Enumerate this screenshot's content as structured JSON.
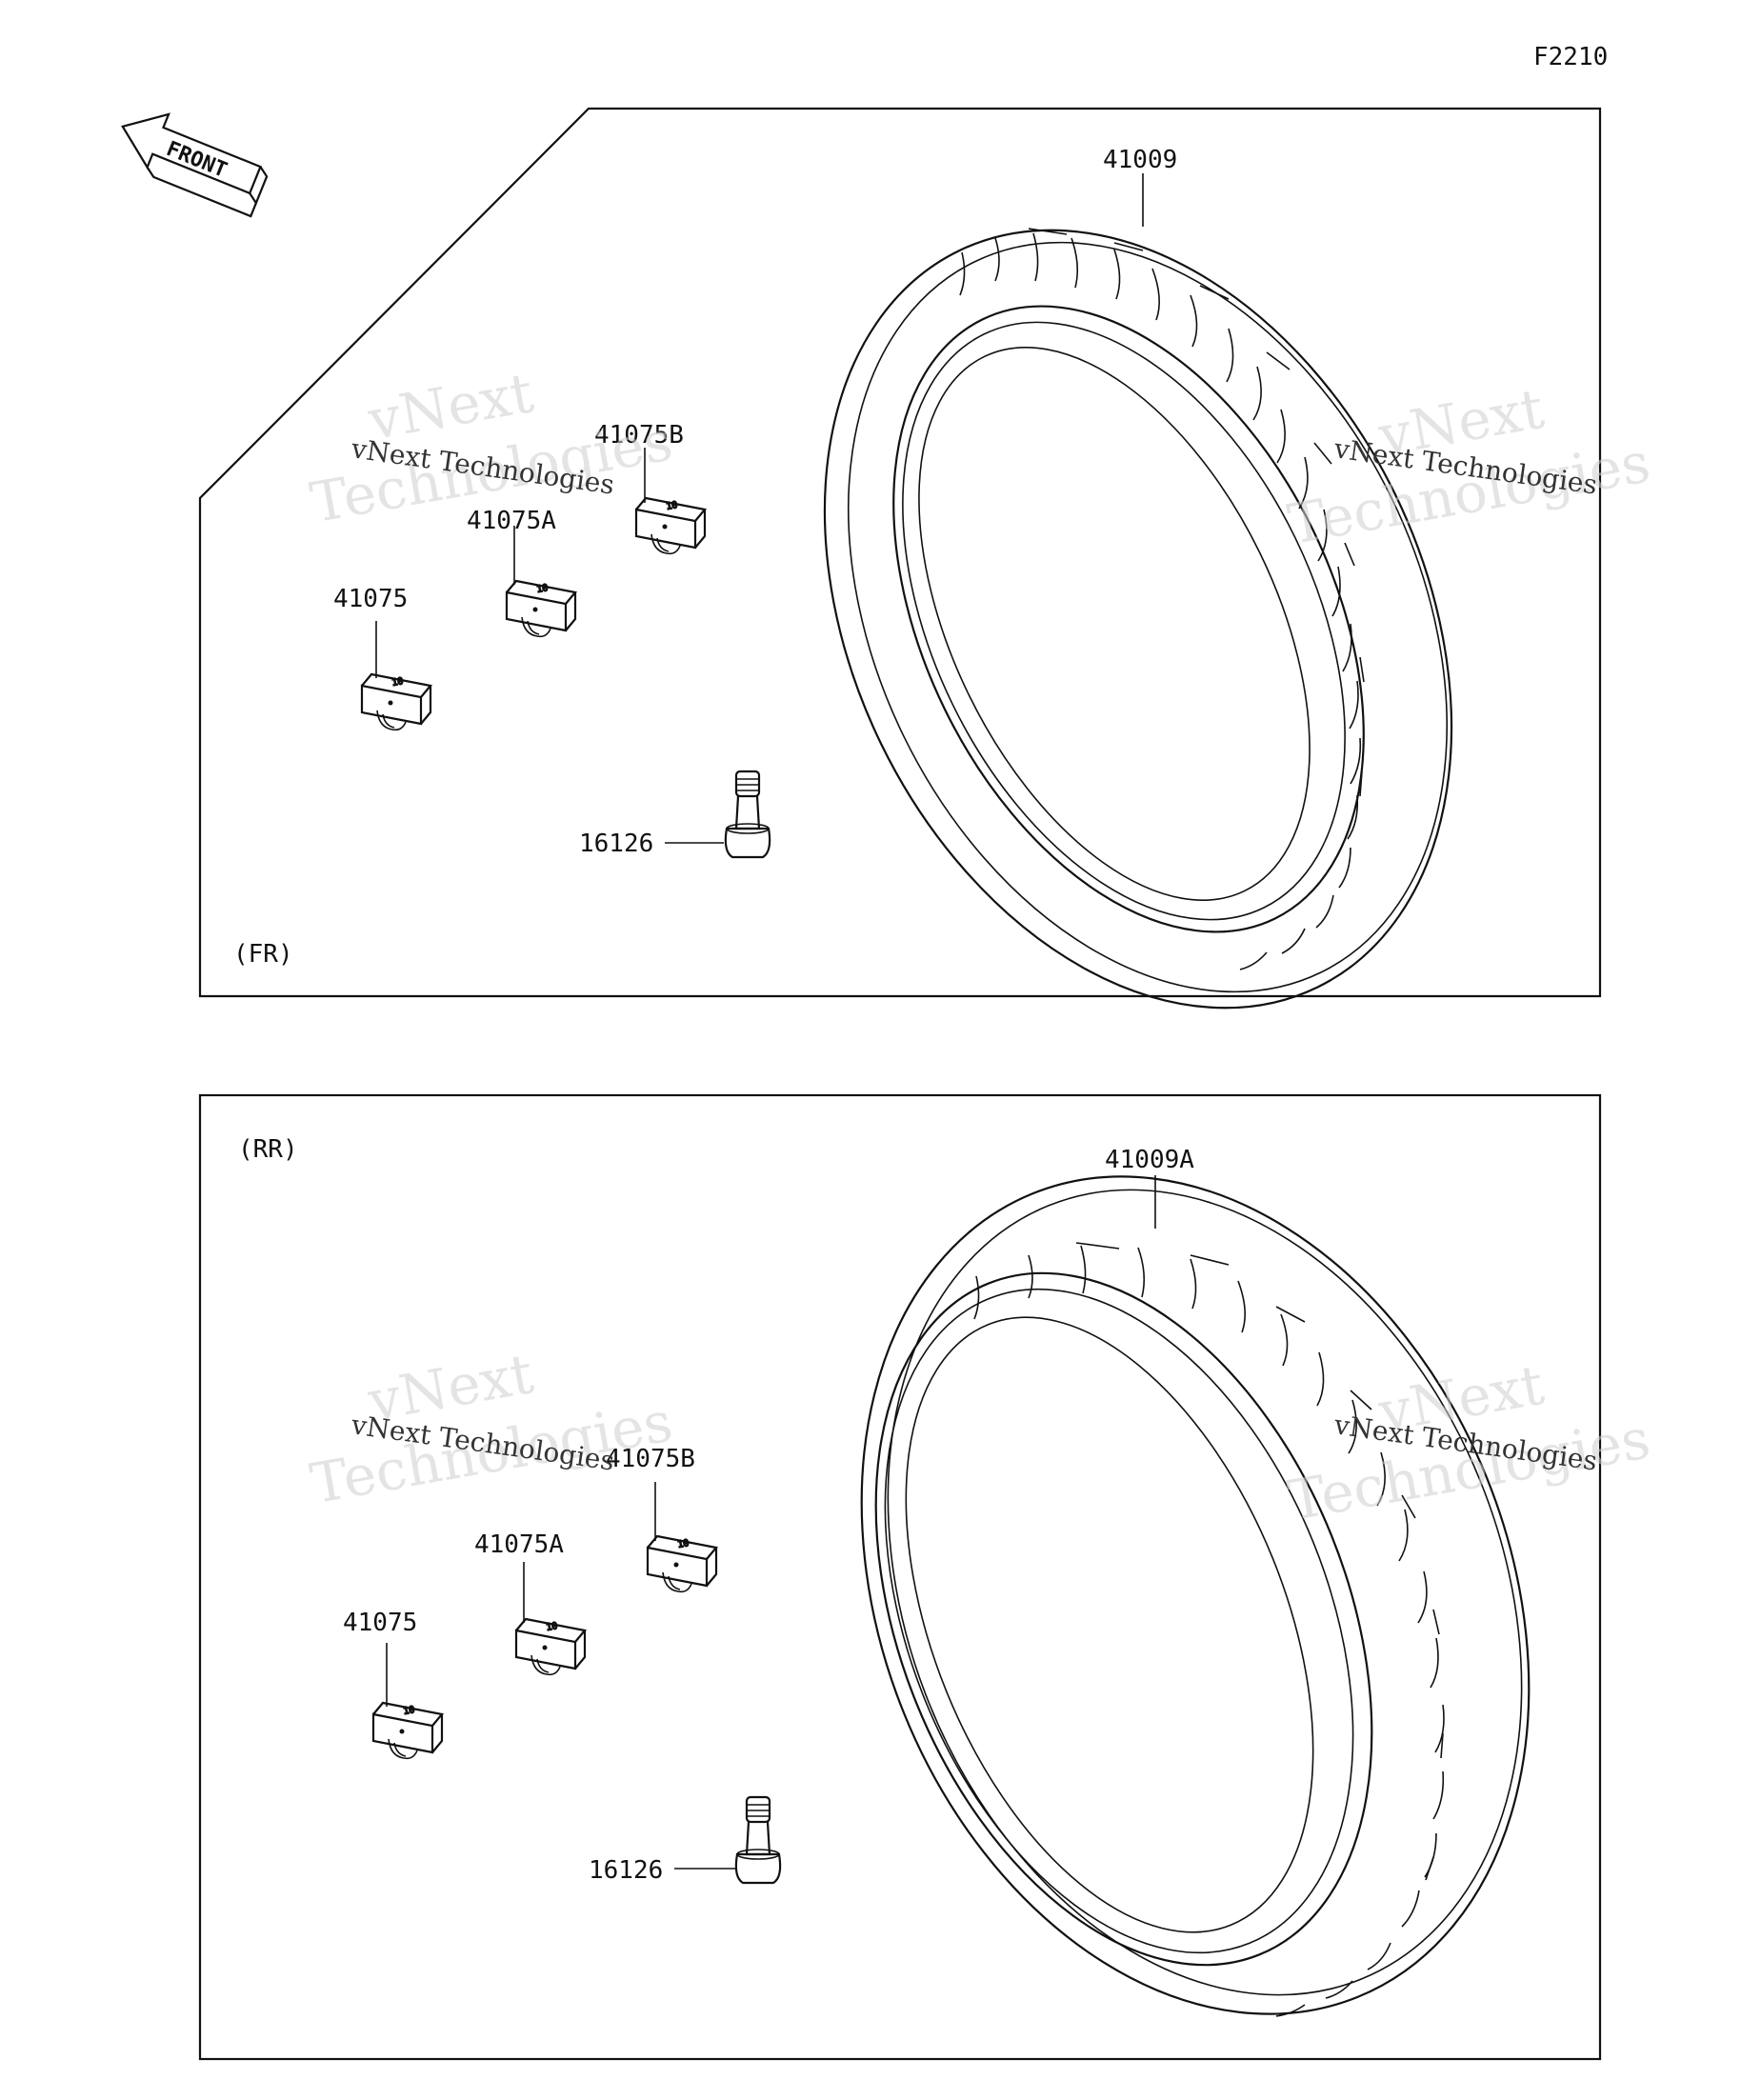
{
  "figure_code": "F2210",
  "front_arrow_label": "FRONT",
  "watermark": {
    "line1": "vNext",
    "line2": "Technologies",
    "inline": "vNext Technologies"
  },
  "panels": [
    {
      "id": "front",
      "section_label": "(FR)",
      "tire_part": "41009",
      "weights": [
        "41075",
        "41075A",
        "41075B"
      ],
      "valve_part": "16126"
    },
    {
      "id": "rear",
      "section_label": "(RR)",
      "tire_part": "41009A",
      "weights": [
        "41075",
        "41075A",
        "41075B"
      ],
      "valve_part": "16126"
    }
  ]
}
